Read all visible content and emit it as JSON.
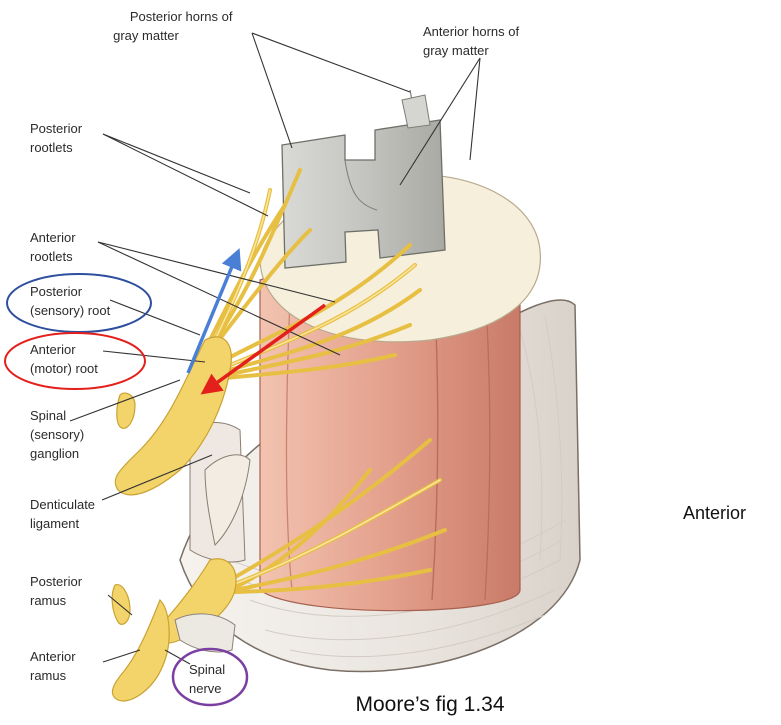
{
  "labels": {
    "posterior_horns": [
      "Posterior horns of",
      "gray matter"
    ],
    "anterior_horns": [
      "Anterior horns of",
      "gray matter"
    ],
    "posterior_rootlets": [
      "Posterior",
      "rootlets"
    ],
    "anterior_rootlets": [
      "Anterior",
      "rootlets"
    ],
    "posterior_root": [
      "Posterior",
      "(sensory) root"
    ],
    "anterior_root": [
      "Anterior",
      "(motor) root"
    ],
    "spinal_ganglion": [
      "Spinal",
      "(sensory)",
      "ganglion"
    ],
    "denticulate_ligament": [
      "Denticulate",
      "ligament"
    ],
    "posterior_ramus": [
      "Posterior",
      "ramus"
    ],
    "anterior_ramus": [
      "Anterior",
      "ramus"
    ],
    "spinal_nerve": [
      "Spinal",
      "nerve"
    ]
  },
  "side_label": "Anterior",
  "caption": "Moore’s fig 1.34",
  "colors": {
    "posterior_root_highlight": "#2e4f9e",
    "anterior_root_highlight": "#e3201b",
    "spinal_nerve_highlight": "#7a3fa1",
    "blue_arrow": "#4a7fd6",
    "red_arrow": "#e3201b"
  }
}
